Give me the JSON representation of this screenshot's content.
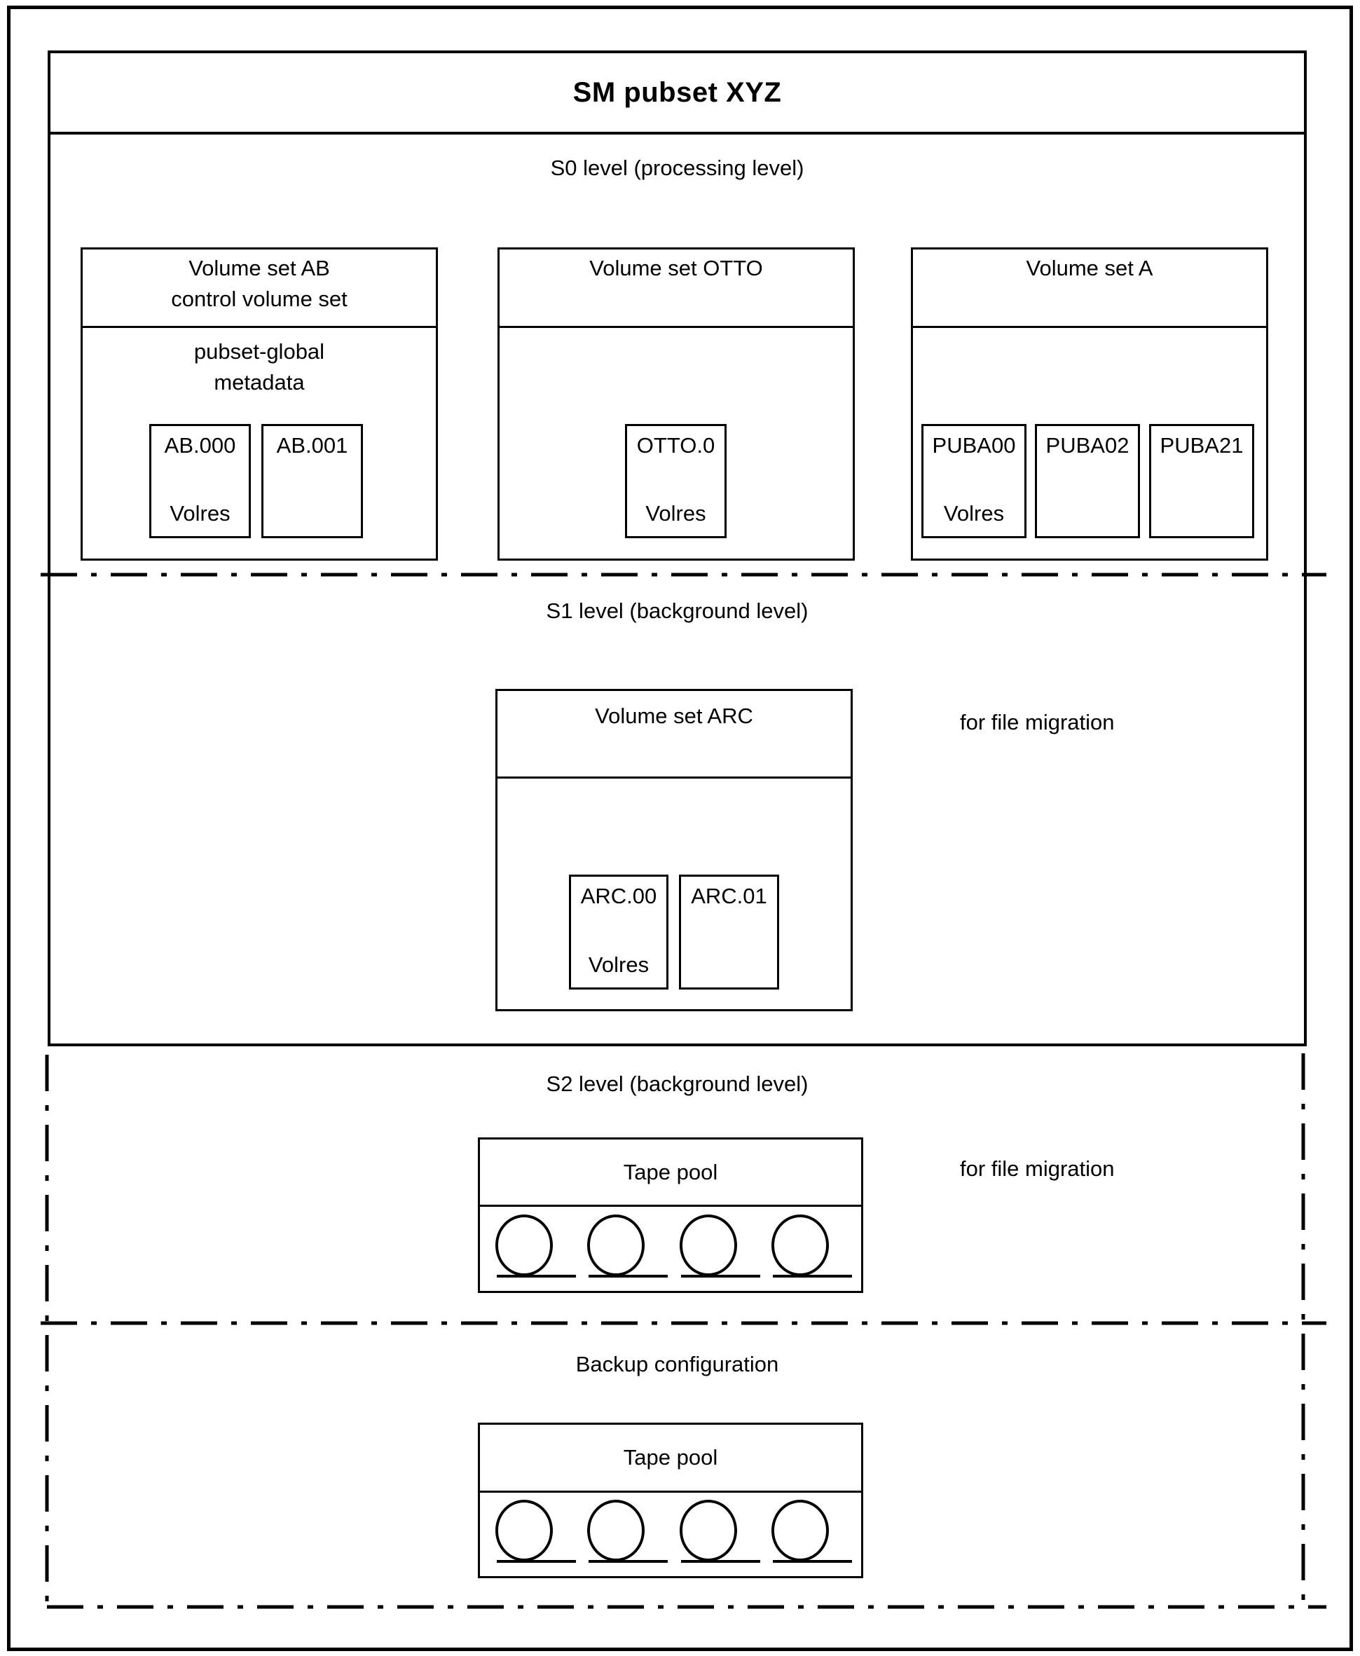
{
  "window": {
    "title": "SM pubset XYZ"
  },
  "sections": {
    "s0": {
      "heading": "S0 level (processing level)"
    },
    "s1": {
      "heading": "S1 level (background level)",
      "annotation": "for file migration"
    },
    "s2": {
      "heading": "S2 level (background level)",
      "annotation": "for file migration"
    },
    "backup": {
      "heading": "Backup configuration"
    }
  },
  "volume_sets": {
    "ab": {
      "name_line1": "Volume set AB",
      "name_line2": "control volume set",
      "description_line1": "pubset-global",
      "description_line2": "metadata",
      "volumes": [
        {
          "label": "AB.000",
          "tag": "Volres"
        },
        {
          "label": "AB.001",
          "tag": ""
        }
      ]
    },
    "otto": {
      "name": "Volume set OTTO",
      "volumes": [
        {
          "label": "OTTO.0",
          "tag": "Volres"
        }
      ]
    },
    "a": {
      "name": "Volume set A",
      "volumes": [
        {
          "label": "PUBA00",
          "tag": "Volres"
        },
        {
          "label": "PUBA02",
          "tag": ""
        },
        {
          "label": "PUBA21",
          "tag": ""
        }
      ]
    },
    "arc": {
      "name": "Volume set ARC",
      "volumes": [
        {
          "label": "ARC.00",
          "tag": "Volres"
        },
        {
          "label": "ARC.01",
          "tag": ""
        }
      ]
    }
  },
  "tape_pools": {
    "s2": {
      "title": "Tape pool"
    },
    "backup": {
      "title": "Tape pool"
    }
  },
  "colors": {
    "line": "#000000",
    "background": "#ffffff",
    "text": "#000000"
  }
}
